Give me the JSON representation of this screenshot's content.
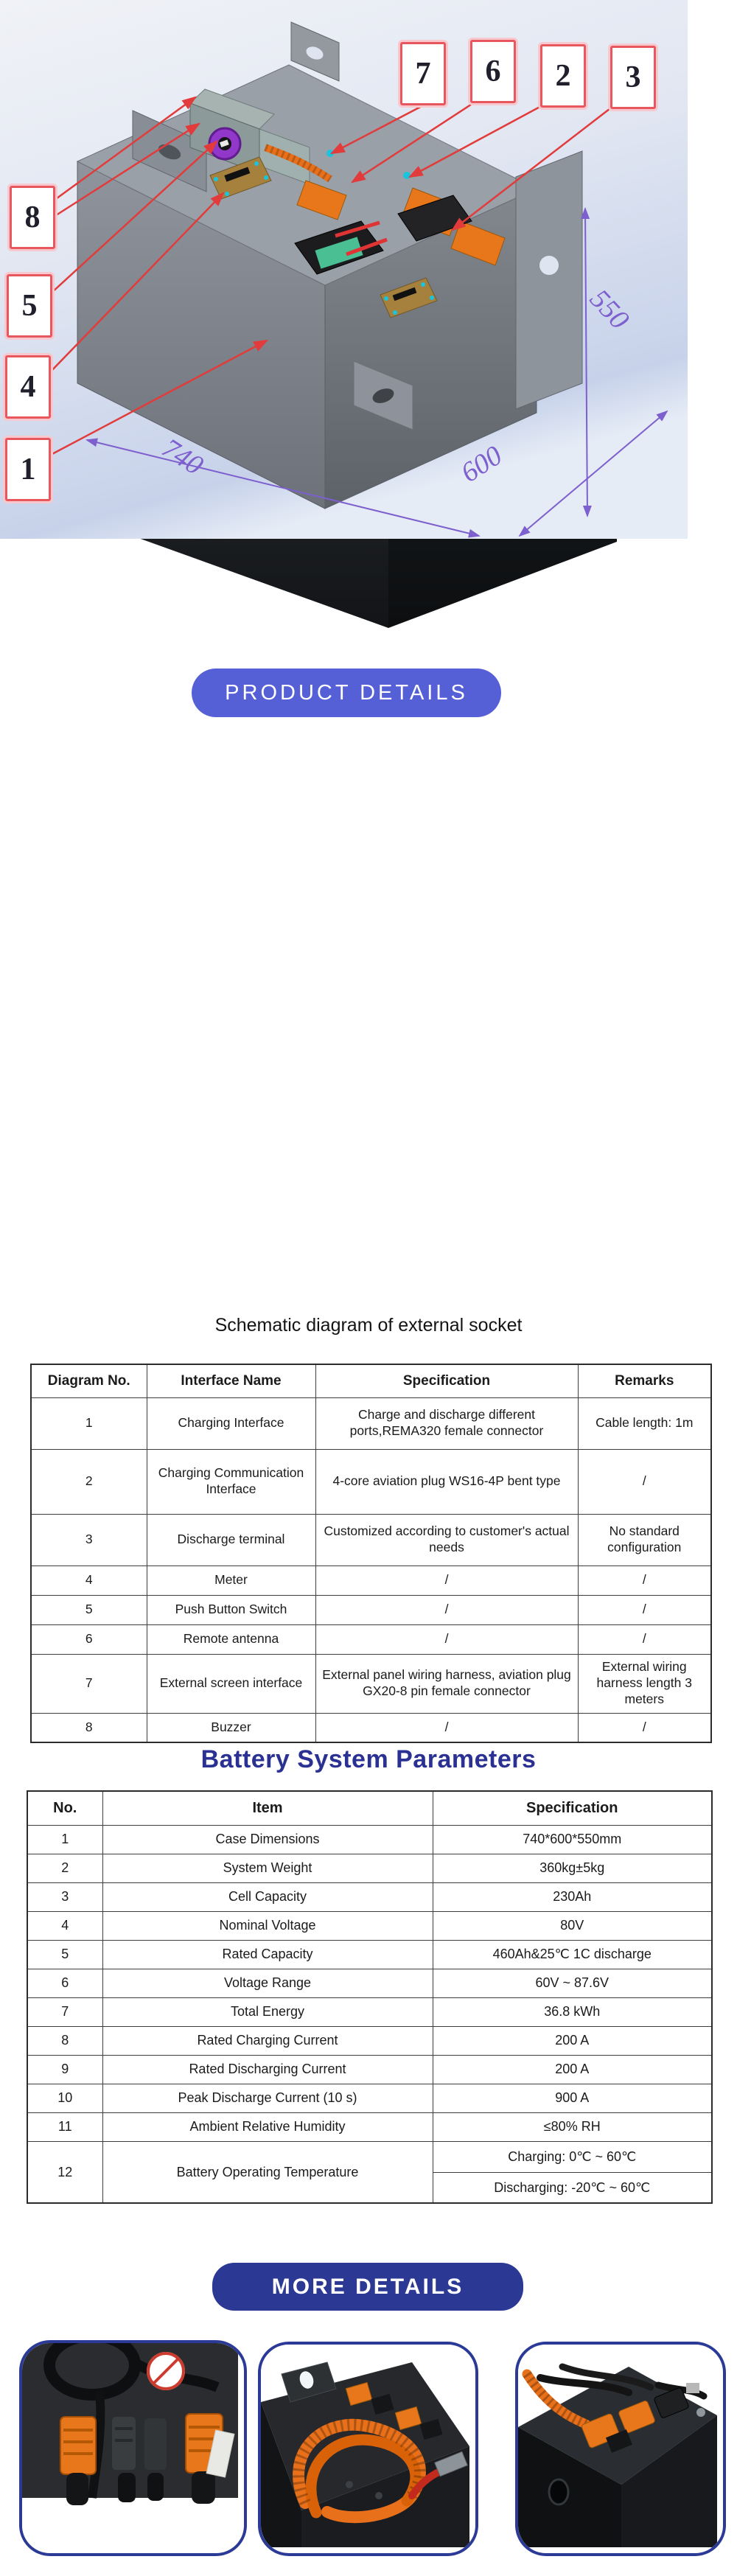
{
  "badges": {
    "product_details": {
      "label": "PRODUCT DETAILS",
      "bg": "#5560D6"
    },
    "more_details": {
      "label": "MORE DETAILS",
      "bg": "#2B3894"
    }
  },
  "schematic": {
    "caption": "Schematic diagram of external socket",
    "callouts": [
      {
        "label": "7"
      },
      {
        "label": "6"
      },
      {
        "label": "2"
      },
      {
        "label": "3"
      },
      {
        "label": "8"
      },
      {
        "label": "5"
      },
      {
        "label": "4"
      },
      {
        "label": "1"
      }
    ],
    "dimensions": {
      "length": "740",
      "width": "600",
      "height": "550"
    },
    "dimension_color": "#7D5FCE"
  },
  "interface_table": {
    "headers": [
      "Diagram No.",
      "Interface Name",
      "Specification",
      "Remarks"
    ],
    "rows": [
      [
        "1",
        "Charging Interface",
        "Charge and discharge different ports,REMA320 female connector",
        "Cable length: 1m"
      ],
      [
        "2",
        "Charging Communication Interface",
        "4-core aviation plug WS16-4P bent type",
        "/"
      ],
      [
        "3",
        "Discharge terminal",
        "Customized according to customer's actual needs",
        "No standard configuration"
      ],
      [
        "4",
        "Meter",
        "/",
        "/"
      ],
      [
        "5",
        "Push Button Switch",
        "/",
        "/"
      ],
      [
        "6",
        "Remote antenna",
        "/",
        "/"
      ],
      [
        "7",
        "External screen interface",
        "External panel wiring harness, aviation plug GX20-8 pin female connector",
        "External wiring harness length 3 meters"
      ],
      [
        "8",
        "Buzzer",
        "/",
        "/"
      ]
    ]
  },
  "parameters": {
    "title": "Battery System Parameters",
    "title_color": "#2A3193",
    "headers": [
      "No.",
      "Item",
      "Specification"
    ],
    "rows": [
      [
        "1",
        "Case Dimensions",
        "740*600*550mm"
      ],
      [
        "2",
        "System Weight",
        "360kg±5kg"
      ],
      [
        "3",
        "Cell Capacity",
        "230Ah"
      ],
      [
        "4",
        "Nominal Voltage",
        "80V"
      ],
      [
        "5",
        "Rated Capacity",
        "460Ah&25℃ 1C discharge"
      ],
      [
        "6",
        "Voltage Range",
        "60V ~ 87.6V"
      ],
      [
        "7",
        "Total Energy",
        "36.8 kWh"
      ],
      [
        "8",
        "Rated Charging Current",
        "200 A"
      ],
      [
        "9",
        "Rated Discharging Current",
        "200 A"
      ],
      [
        "10",
        "Peak Discharge Current (10 s)",
        "900 A"
      ],
      [
        "11",
        "Ambient Relative Humidity",
        "≤80% RH"
      ]
    ],
    "row12": {
      "no": "12",
      "item": "Battery Operating Temperature",
      "charging": "Charging: 0℃ ~ 60℃",
      "discharging": "Discharging: -20℃ ~ 60℃"
    }
  }
}
